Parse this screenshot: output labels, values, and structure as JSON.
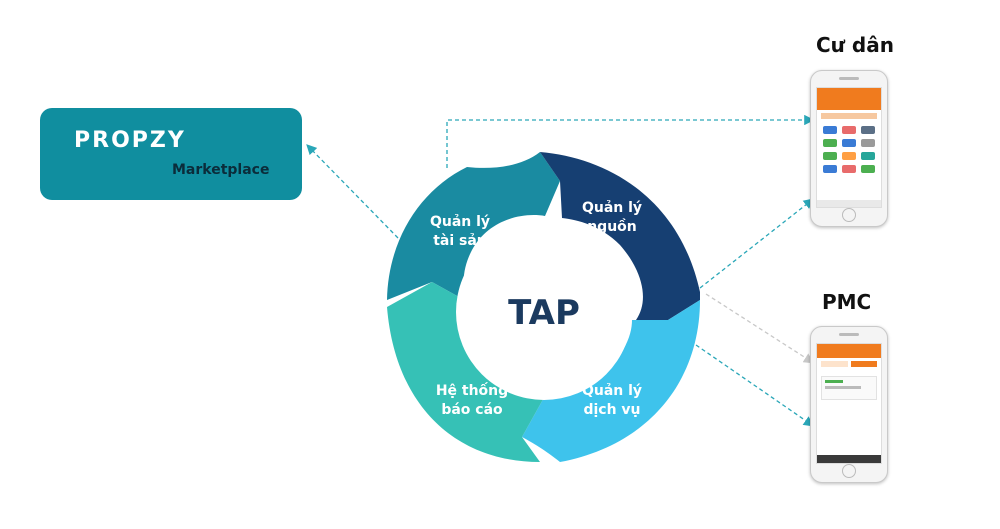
{
  "center": {
    "label": "TAP"
  },
  "segments": [
    {
      "id": "asset",
      "lines": [
        "Quản lý",
        "tài sản"
      ],
      "color": "#1a8ba1"
    },
    {
      "id": "source",
      "lines": [
        "Quản lý",
        "nguồn"
      ],
      "color": "#163f72"
    },
    {
      "id": "service",
      "lines": [
        "Quản lý",
        "dịch vụ"
      ],
      "color": "#3ec3ec"
    },
    {
      "id": "report",
      "lines": [
        "Hệ thống",
        "báo cáo"
      ],
      "color": "#36c1b6"
    }
  ],
  "propzy": {
    "logo": "PROPZY",
    "subtitle": "Marketplace",
    "bg": "#108e9f"
  },
  "phones": {
    "resident": {
      "title": "Cư dân",
      "accent": "#f07b1e"
    },
    "pmc": {
      "title": "PMC",
      "accent": "#f07b1e"
    }
  },
  "arrow_color": "#2aa7b8"
}
